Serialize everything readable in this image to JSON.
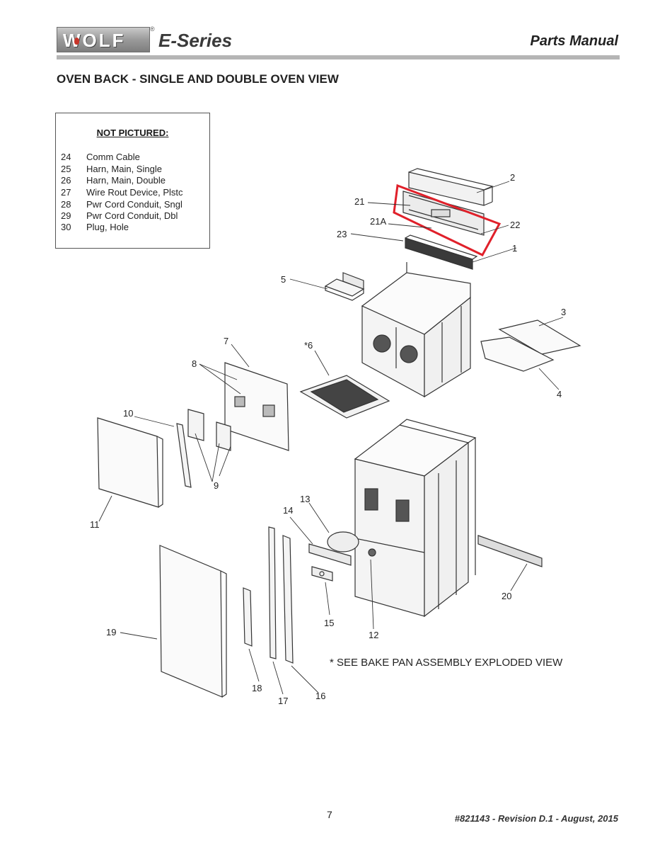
{
  "header": {
    "brand": "WOLF",
    "series": "E-Series",
    "doc_type": "Parts Manual"
  },
  "page_title": "OVEN BACK - SINGLE AND DOUBLE OVEN VIEW",
  "not_pictured": {
    "title": "NOT PICTURED:",
    "items": [
      {
        "num": "24",
        "desc": "Comm Cable"
      },
      {
        "num": "25",
        "desc": "Harn, Main, Single"
      },
      {
        "num": "26",
        "desc": "Harn, Main, Double"
      },
      {
        "num": "27",
        "desc": "Wire Rout Device, Plstc"
      },
      {
        "num": "28",
        "desc": "Pwr Cord Conduit, Sngl"
      },
      {
        "num": "29",
        "desc": "Pwr Cord Conduit, Dbl"
      },
      {
        "num": "30",
        "desc": "Plug, Hole"
      }
    ]
  },
  "callouts": {
    "c1": "1",
    "c2": "2",
    "c3": "3",
    "c4": "4",
    "c5": "5",
    "c6": "*6",
    "c7": "7",
    "c8": "8",
    "c9": "9",
    "c10": "10",
    "c11": "11",
    "c12": "12",
    "c13": "13",
    "c14": "14",
    "c15": "15",
    "c16": "16",
    "c17": "17",
    "c18": "18",
    "c19": "19",
    "c20": "20",
    "c21": "21",
    "c21a": "21A",
    "c22": "22",
    "c23": "23"
  },
  "note": "* SEE BAKE PAN ASSEMBLY EXPLODED VIEW",
  "page_number": "7",
  "footer": "#821143 - Revision D.1 - August, 2015",
  "colors": {
    "highlight": "#e0202a",
    "rule": "#b5b5b5"
  }
}
